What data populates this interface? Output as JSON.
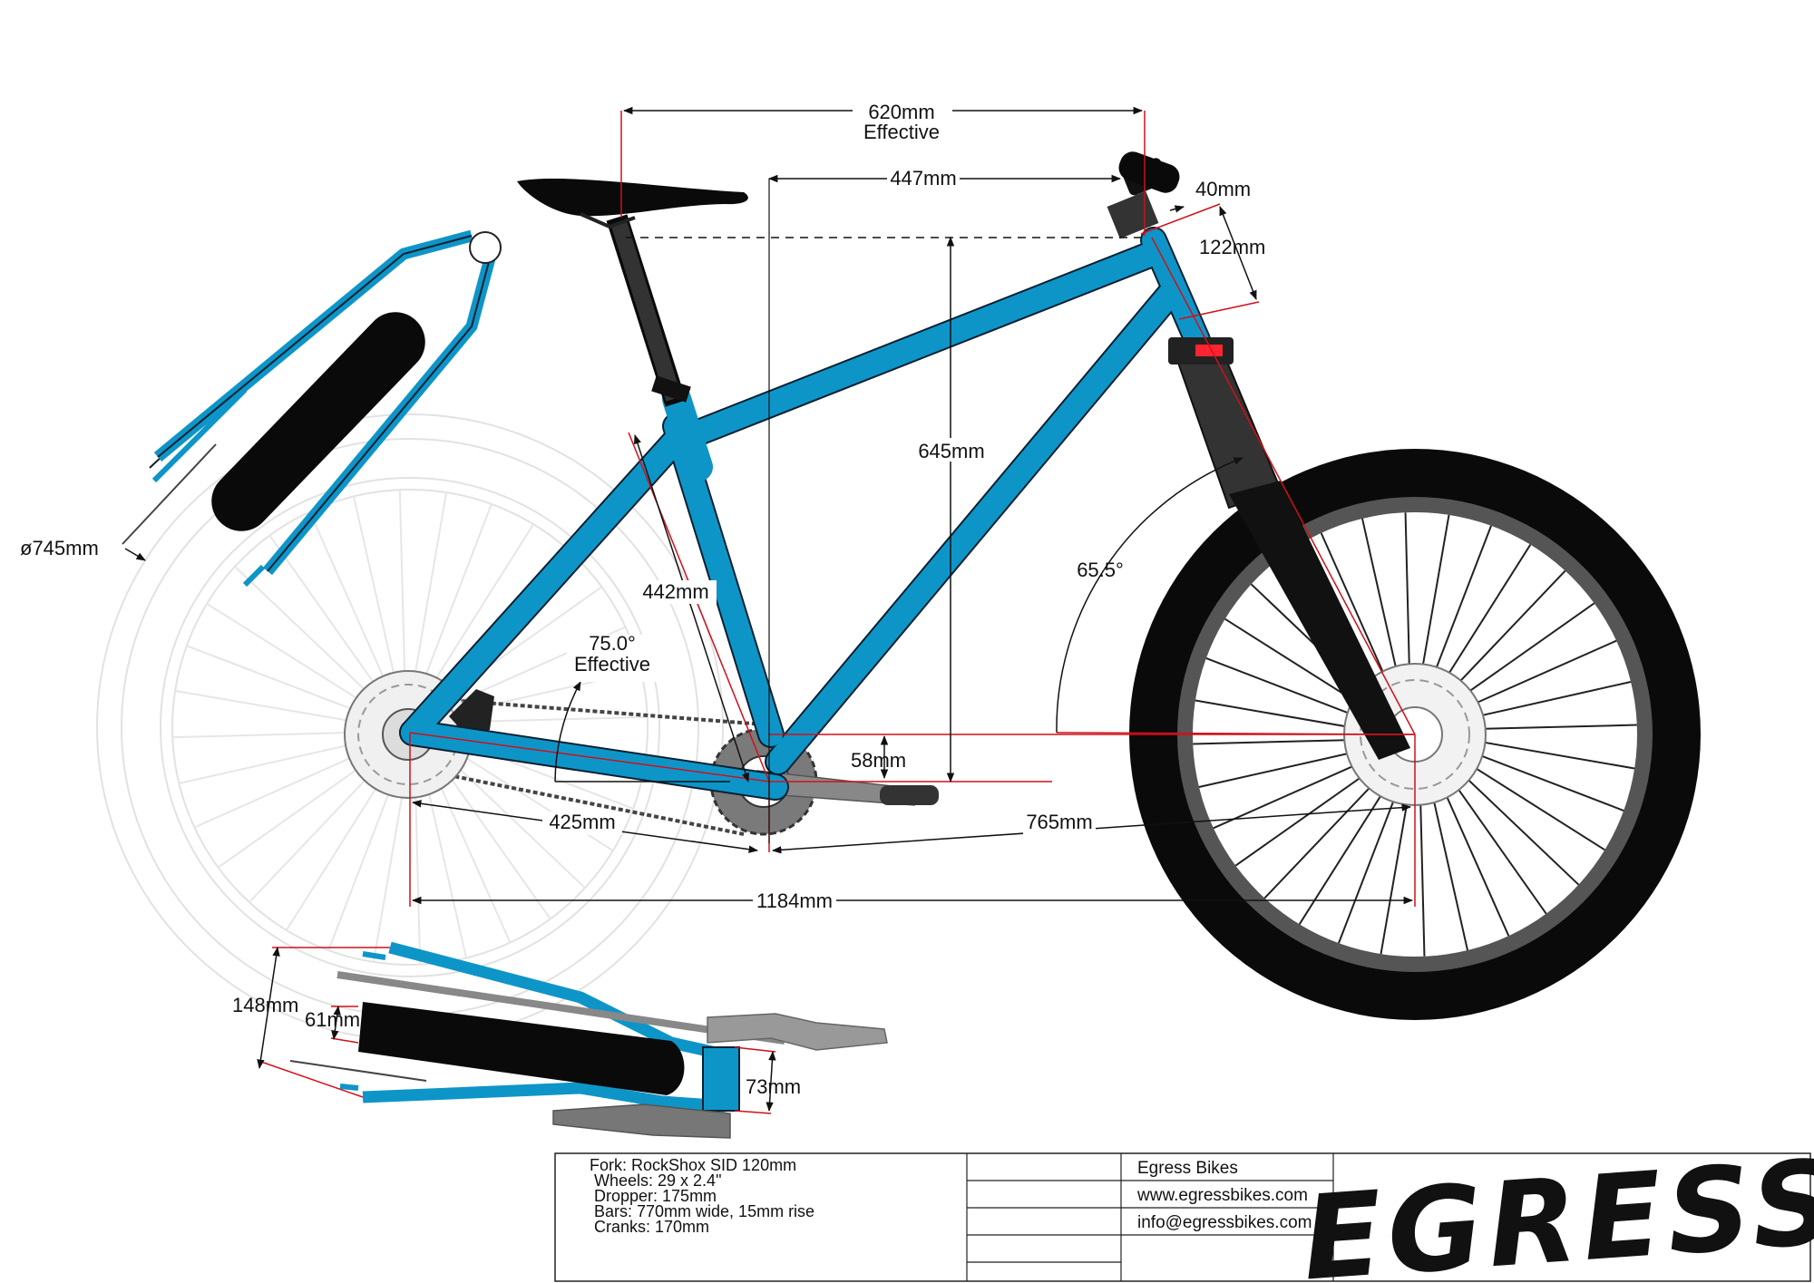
{
  "dimensions": {
    "effective_top_tube": "620mm",
    "effective_top_tube_note": "Effective",
    "reach": "447mm",
    "stem_length": "40mm",
    "head_tube_length": "122mm",
    "stack": "645mm",
    "seat_tube": "442mm",
    "seat_angle": "75.0°",
    "seat_angle_note": "Effective",
    "head_angle": "65.5°",
    "bb_drop": "58mm",
    "chainstay": "425mm",
    "front_center": "765mm",
    "wheelbase": "1184mm",
    "wheel_diameter": "ø745mm",
    "rear_spacing": "148mm",
    "tyre_clearance": "61mm",
    "bb_shell_width": "73mm"
  },
  "title_block": {
    "specs": [
      "Fork: RockShox SID 120mm",
      "Wheels: 29 x 2.4\"",
      "Dropper: 175mm",
      "Bars: 770mm wide, 15mm rise",
      "Cranks: 170mm"
    ],
    "company": "Egress Bikes",
    "website": "www.egressbikes.com",
    "email": "info@egressbikes.com",
    "logo_text": "EGRESS"
  },
  "colors": {
    "frame": "#0e95c8",
    "tyre": "#0a0a0a",
    "rim": "#555555",
    "dimension_line": "#d0101a",
    "ghost_wheel": "#dddddd"
  }
}
